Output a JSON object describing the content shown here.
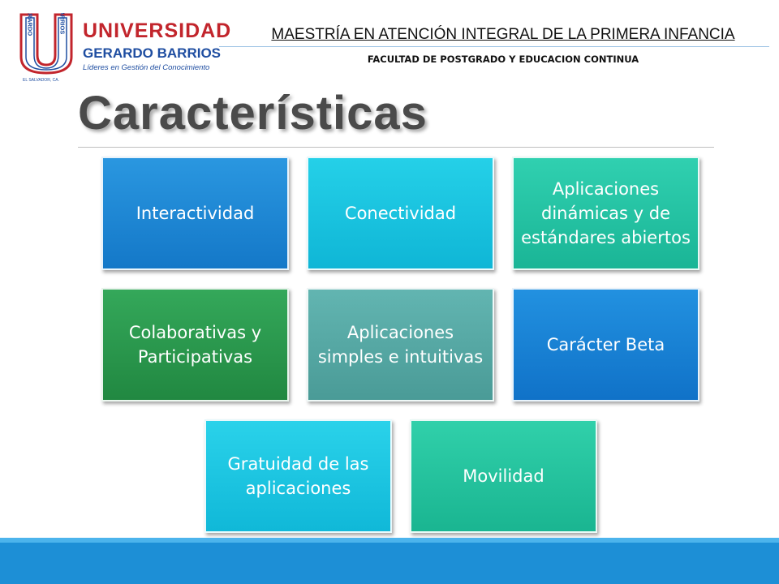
{
  "logo": {
    "emblem_left": "GERARDO",
    "emblem_right": "BARRIOS",
    "university": "UNIVERSIDAD",
    "name": "GERARDO BARRIOS",
    "tagline": "Líderes en Gestión del Conocimiento",
    "country": "EL SALVADOR, CA."
  },
  "header": {
    "title": "MAESTRÍA EN ATENCIÓN INTEGRAL DE LA PRIMERA INFANCIA",
    "subtitle": "FACULTAD DE POSTGRADO Y EDUCACION CONTINUA"
  },
  "slide": {
    "title": "Características"
  },
  "boxes": [
    {
      "label": "Interactividad",
      "color": "#1b8ad8"
    },
    {
      "label": "Conectividad",
      "color": "#14c6e0"
    },
    {
      "label": "Aplicaciones dinámicas y de estándares abiertos",
      "color": "#22c4a4"
    },
    {
      "label": "Colaborativas y Participativas",
      "color": "#2a9a4e"
    },
    {
      "label": "Aplicaciones simples e intuitivas",
      "color": "#55a9a5"
    },
    {
      "label": "Carácter Beta",
      "color": "#1583d8"
    },
    {
      "label": "Gratuidad de las aplicaciones",
      "color": "#18c6e2"
    },
    {
      "label": "Movilidad",
      "color": "#24c49e"
    }
  ],
  "colors": {
    "footer": "#1d8fd6",
    "brand_red": "#c2252c",
    "brand_blue": "#1f4ea1"
  }
}
